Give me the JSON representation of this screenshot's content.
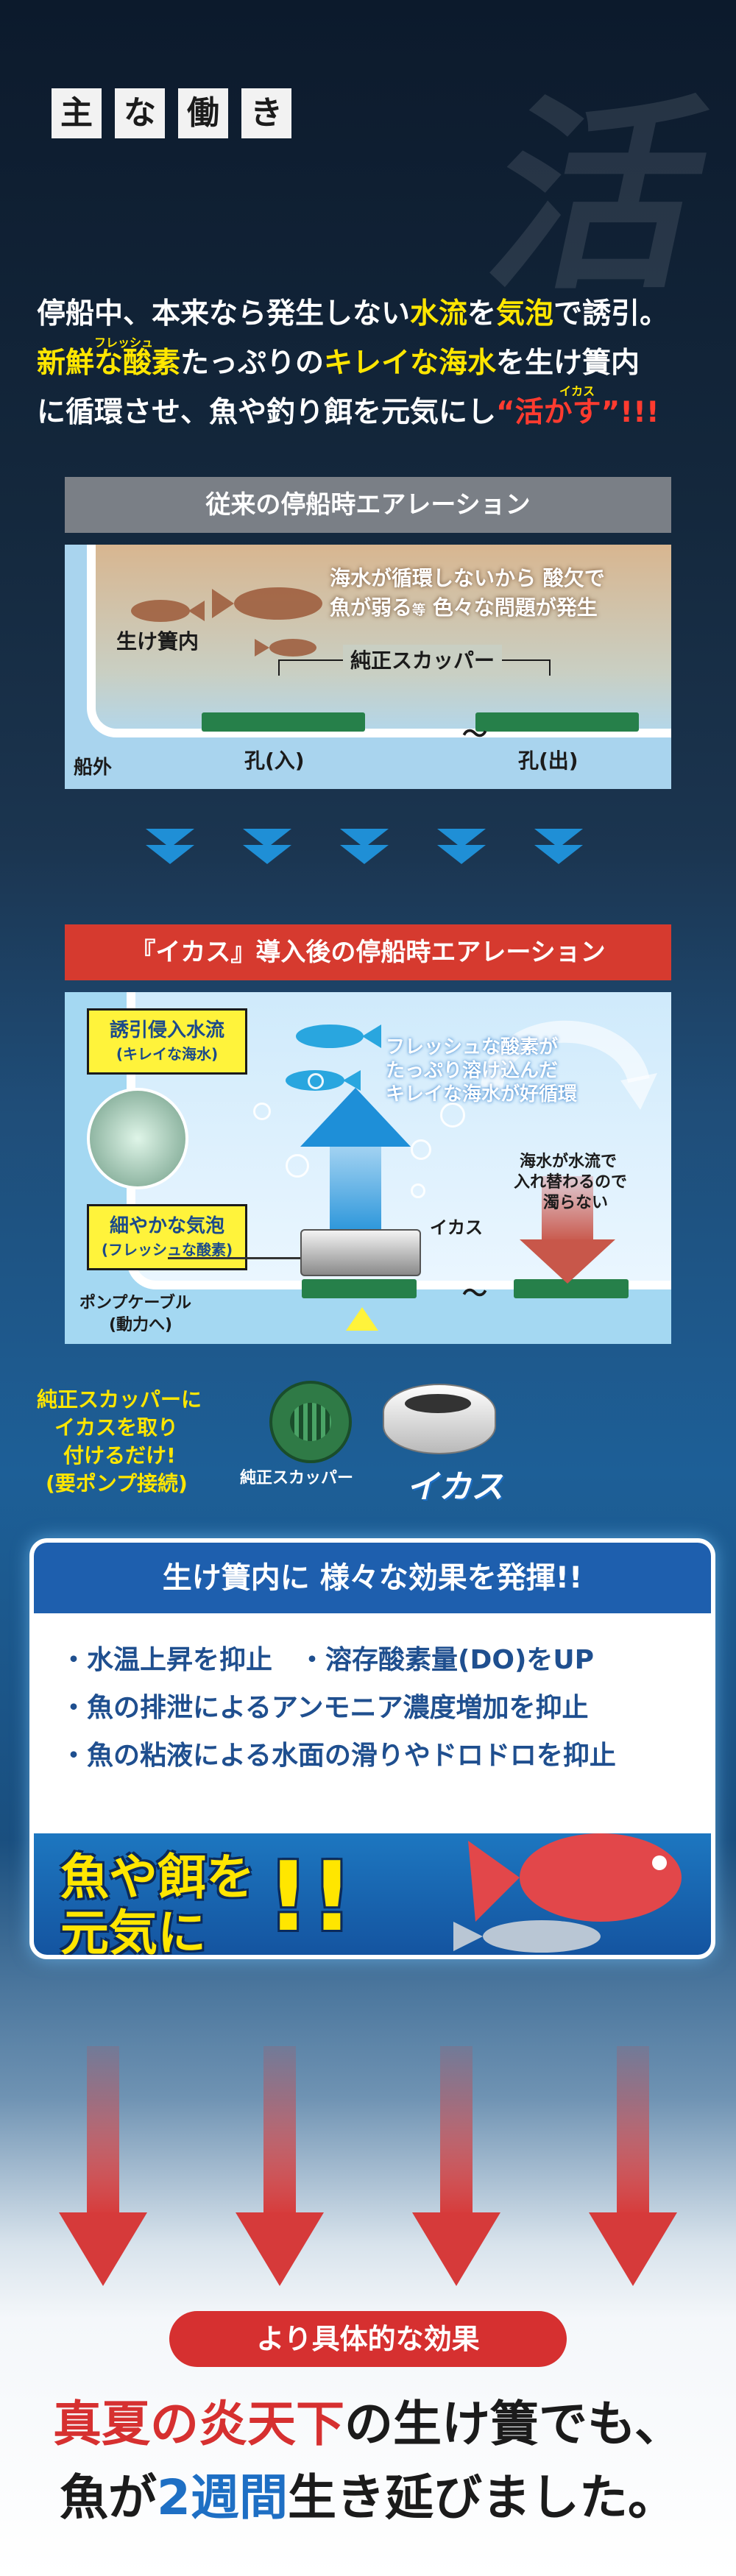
{
  "heading": {
    "chars": [
      "主",
      "な",
      "働",
      "き"
    ]
  },
  "intro": {
    "line1": [
      "停船中、本来なら発生しない",
      "水流",
      "を",
      "気泡",
      "で誘引。"
    ],
    "ruby_fresh": "フレッシュ",
    "line2": [
      "新鮮な酸素",
      "たっぷりの",
      "キレイな海水",
      "を生け簀内"
    ],
    "ruby_ikasu": "イカス",
    "line3": [
      "に循環させ、魚や釣り餌を元気にし",
      "“活かす”",
      "!!!"
    ]
  },
  "conventional": {
    "bar_label": "従来の停船時エアレーション",
    "tank_label": "生け簀内",
    "problem_line1": "海水が循環しないから 酸欠で",
    "problem_line2": "魚が弱る",
    "problem_line2b": "等",
    "problem_line2c": " 色々な問題が発生",
    "scupper_label": "純正スカッパー",
    "hole_in": "孔(入)",
    "hole_out": "孔(出)",
    "outside_label": "船外"
  },
  "after": {
    "bar_label": "『イカス』導入後の停船時エアレーション",
    "callout_flow_title": "誘引侵入水流",
    "callout_flow_sub": "(キレイな海水)",
    "callout_bubble_title": "細やかな気泡",
    "callout_bubble_sub": "(フレッシュな酸素)",
    "oxygen_line1": "フレッシュな酸素が",
    "oxygen_line2": "たっぷり溶け込んだ",
    "oxygen_line3": "キレイな海水が好循環",
    "flow_line1": "海水が水流で",
    "flow_line2": "入れ替わるので",
    "flow_line3": "濁らない",
    "device_label": "イカス",
    "cable_line1": "ポンプケーブル",
    "cable_line2": "(動力へ)"
  },
  "install": {
    "line1": "純正スカッパーに",
    "line2": "イカスを取り",
    "line3": "付けるだけ!",
    "line4": "(要ポンプ接続)",
    "scupper_caption": "純正スカッパー",
    "logo_text": "イカス"
  },
  "effects": {
    "header": "生け簀内に 様々な効果を発揮!!",
    "items": [
      "・水温上昇を抑止　・溶存酸素量(DO)をUP",
      "・魚の排泄によるアンモニア濃度増加を抑止",
      "・魚の粘液による水面の滑りやドロドロを抑止"
    ],
    "banner_line1": "魚や餌を",
    "banner_line2": "元気に",
    "banner_exclaim": "!!"
  },
  "result": {
    "pill": "より具体的な効果",
    "line1": [
      "真夏の炎天下",
      "の生け簀でも、"
    ],
    "line2": [
      "魚が",
      "2週間",
      "生き延びました。"
    ]
  },
  "colors": {
    "yellow": "#ffe600",
    "red": "#d63030",
    "blue": "#1e6fc4",
    "green": "#26804a"
  }
}
